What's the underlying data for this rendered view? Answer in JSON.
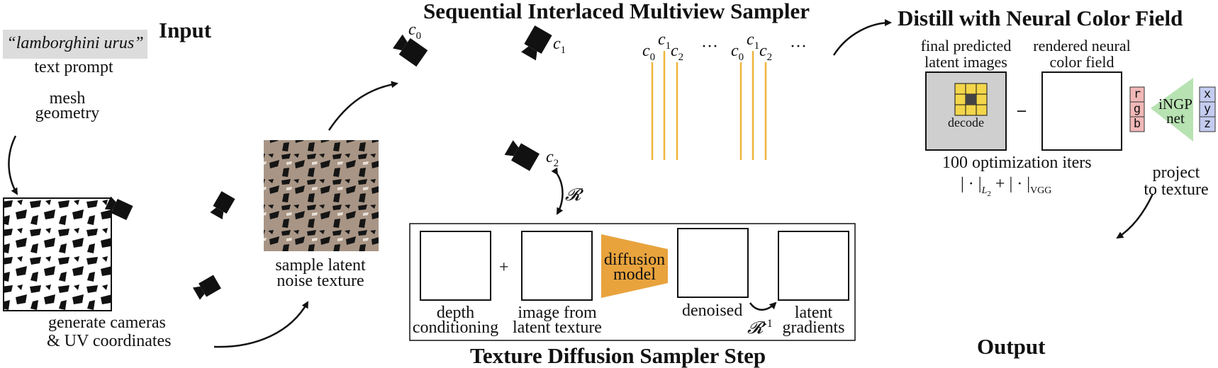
{
  "input": {
    "heading": "Input",
    "prompt": "“lamborghini urus”",
    "prompt_caption": "text prompt",
    "mesh_line1": "mesh",
    "mesh_line2": "geometry",
    "cameras_line1": "generate cameras",
    "cameras_line2": "& UV coordinates",
    "noise_line1": "sample latent",
    "noise_line2": "noise texture"
  },
  "sampler": {
    "heading": "Sequential Interlaced Multiview Sampler",
    "cam_c0": "c",
    "cam_c0_sub": "0",
    "cam_c1": "c",
    "cam_c1_sub": "1",
    "cam_c2": "c",
    "cam_c2_sub": "2",
    "seq_c0": "c",
    "seq_c1": "c",
    "seq_c2": "c",
    "sub_0": "0",
    "sub_1": "1",
    "sub_2": "2",
    "ellipsis": "···",
    "render_op": "𝓡"
  },
  "diffusion_step": {
    "heading": "Texture Diffusion Sampler Step",
    "depth_line1": "depth",
    "depth_line2": "conditioning",
    "plus": "+",
    "image_line1": "image from",
    "image_line2": "latent texture",
    "model_line1": "diffusion",
    "model_line2": "model",
    "denoised": "denoised",
    "inverse_op": "𝓡",
    "inverse_sup": "-1",
    "grad_line1": "latent",
    "grad_line2": "gradients"
  },
  "distill": {
    "heading": "Distill with Neural Color Field",
    "pred_line1": "final predicted",
    "pred_line2": "latent images",
    "decode": "decode",
    "minus": "–",
    "render_line1": "rendered neural",
    "render_line2": "color field",
    "rgb": [
      "r",
      "g",
      "b"
    ],
    "net_line1": "iNGP",
    "net_line2": "net",
    "xyz": [
      "x",
      "y",
      "z"
    ],
    "iters": "100 optimization iters",
    "loss": "| · |",
    "loss_sub1": "L",
    "loss_sub1b": "2",
    "loss_plus": "+",
    "loss_b": "| · |",
    "loss_sub2": "VGG",
    "project_line1": "project",
    "project_line2": "to texture"
  },
  "output": {
    "heading": "Output"
  },
  "colors": {
    "orange": "#e8a33d",
    "green": "#b7e2b1",
    "rgb_fill": "#f2b8b8",
    "xyz_fill": "#c4cdf0",
    "prompt_fill": "#dcdcdc",
    "pred_fill": "#cfcfcf",
    "grid_fill": "#f3d64a",
    "line_orange": "#f0b43a"
  }
}
